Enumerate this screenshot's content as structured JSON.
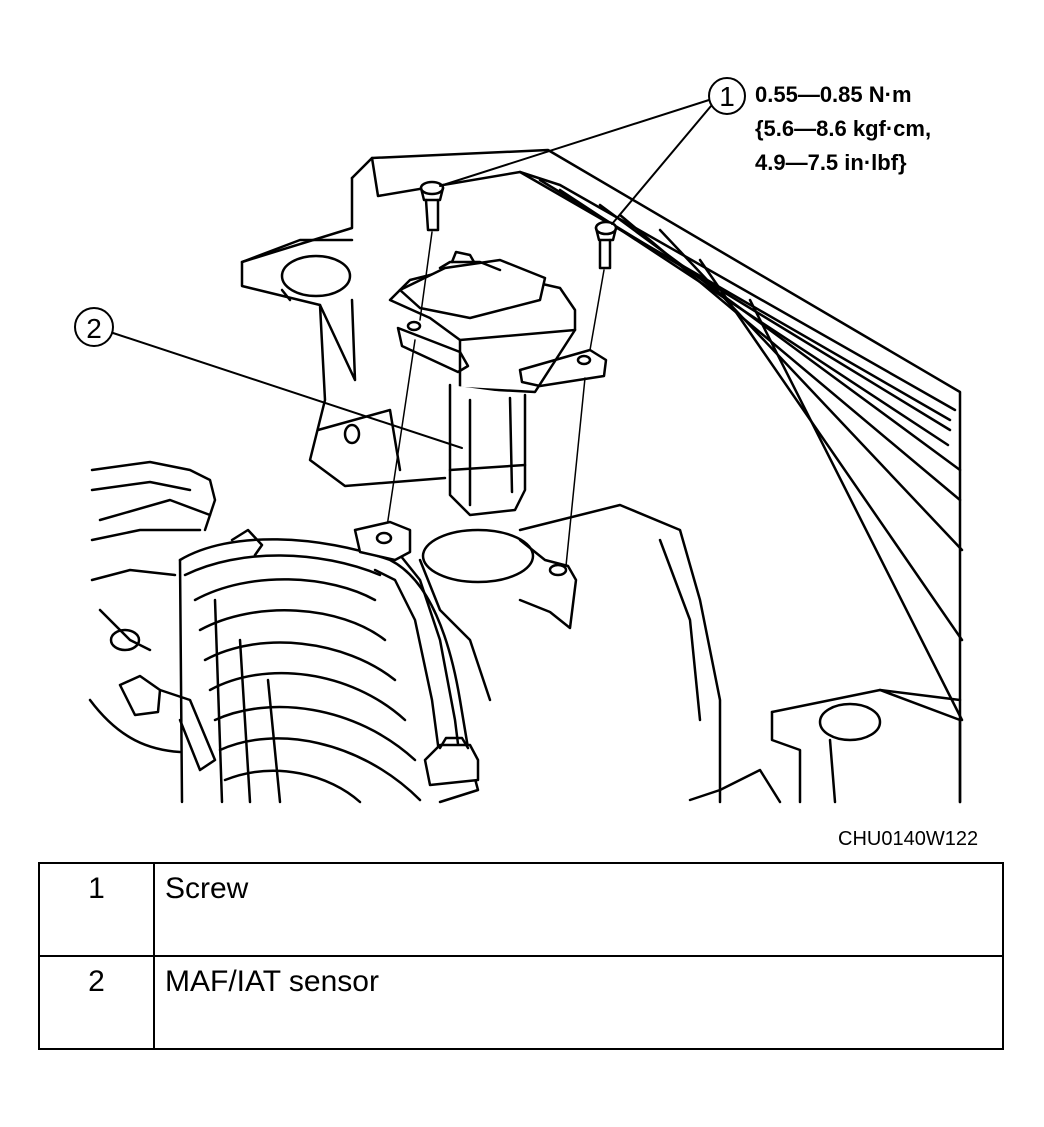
{
  "callouts": [
    {
      "number": "1"
    },
    {
      "number": "2"
    }
  ],
  "torque_spec": {
    "line1": "0.55—0.85 N·m",
    "line2": "{5.6—8.6 kgf·cm,",
    "line3": "4.9—7.5 in·lbf}"
  },
  "figure_code": "CHU0140W122",
  "legend": [
    {
      "number": "1",
      "label": "Screw"
    },
    {
      "number": "2",
      "label": "MAF/IAT sensor"
    }
  ]
}
